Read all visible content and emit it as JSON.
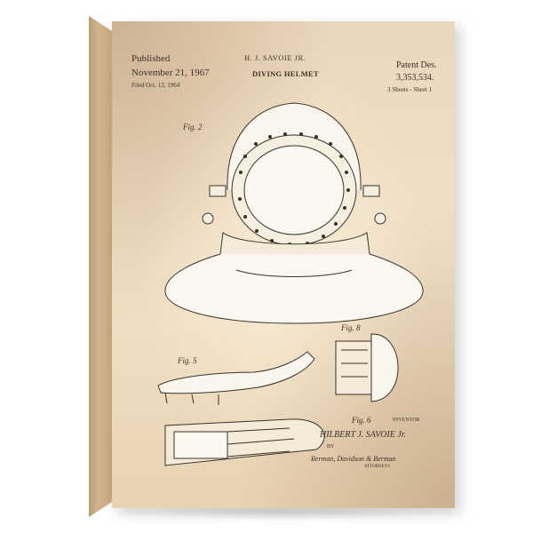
{
  "patent_print": {
    "published_label": "Published",
    "published_date": "November 21, 1967",
    "filed": "Filed Oct. 13, 1964",
    "inventor_header": "H. J. SAVOIE JR.",
    "title": "DIVING HELMET",
    "patent_label": "Patent Des.",
    "patent_number": "3,353,534.",
    "sheets": "3 Sheets - Sheet 1",
    "fig_2": "Fig. 2",
    "fig_5": "Fig. 5",
    "fig_6": "Fig. 6",
    "fig_8": "Fig. 8",
    "inventor_label": "INVENTOR",
    "inventor_name": "HILBERT J. SAVOIE Jr.",
    "by": "BY",
    "attorneys": "Berman, Davidson & Berman",
    "attorneys_label": "ATTORNEYS"
  },
  "colors": {
    "paper": "#efdfc4",
    "ink": "#3a3229",
    "canvas_edge": "#c8a97f"
  }
}
